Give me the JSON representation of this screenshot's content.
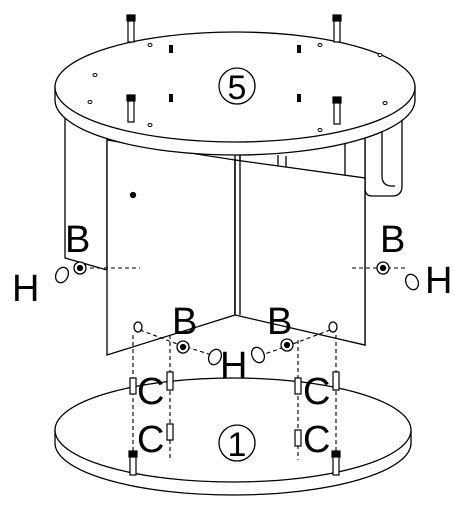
{
  "diagram": {
    "panel_top_number": "5",
    "panel_bottom_number": "1",
    "labels": {
      "b_left": "B",
      "h_left": "H",
      "b_right": "B",
      "h_right": "H",
      "b_center_left": "B",
      "b_center_right": "B",
      "h_center": "H",
      "c_left_upper": "C",
      "c_left_lower": "C",
      "c_right_upper": "C",
      "c_right_lower": "C"
    }
  }
}
